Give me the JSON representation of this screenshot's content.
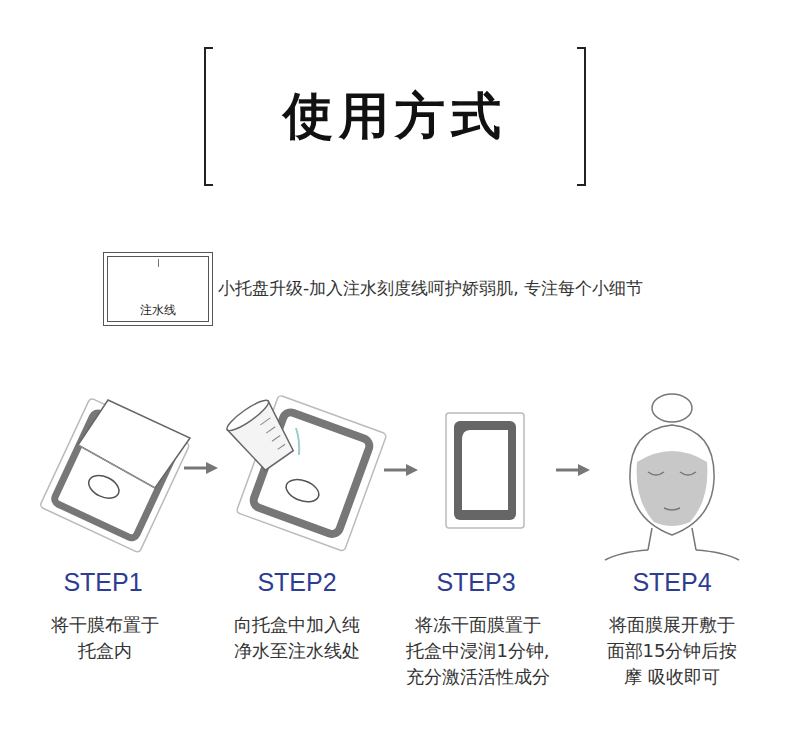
{
  "diagram": {
    "title": "使用方式",
    "nodes": [
      {
        "text": [
          "注水线"
        ]
      }
    ],
    "labels": [
      "小托盘升级-加入注水刻度线呵护娇弱肌, 专注每个小细节",
      "STEP1",
      "将干膜布置于 托盒内",
      "STEP2",
      "向托盒中加入纯 净水至注水线处",
      "STEP3",
      "将冻干面膜置于 托盒中浸润1分钟, 充分激活活性成分",
      "STEP4",
      "将面膜展开敷于 面部15分钟后按摩 吸收即可"
    ]
  }
}
